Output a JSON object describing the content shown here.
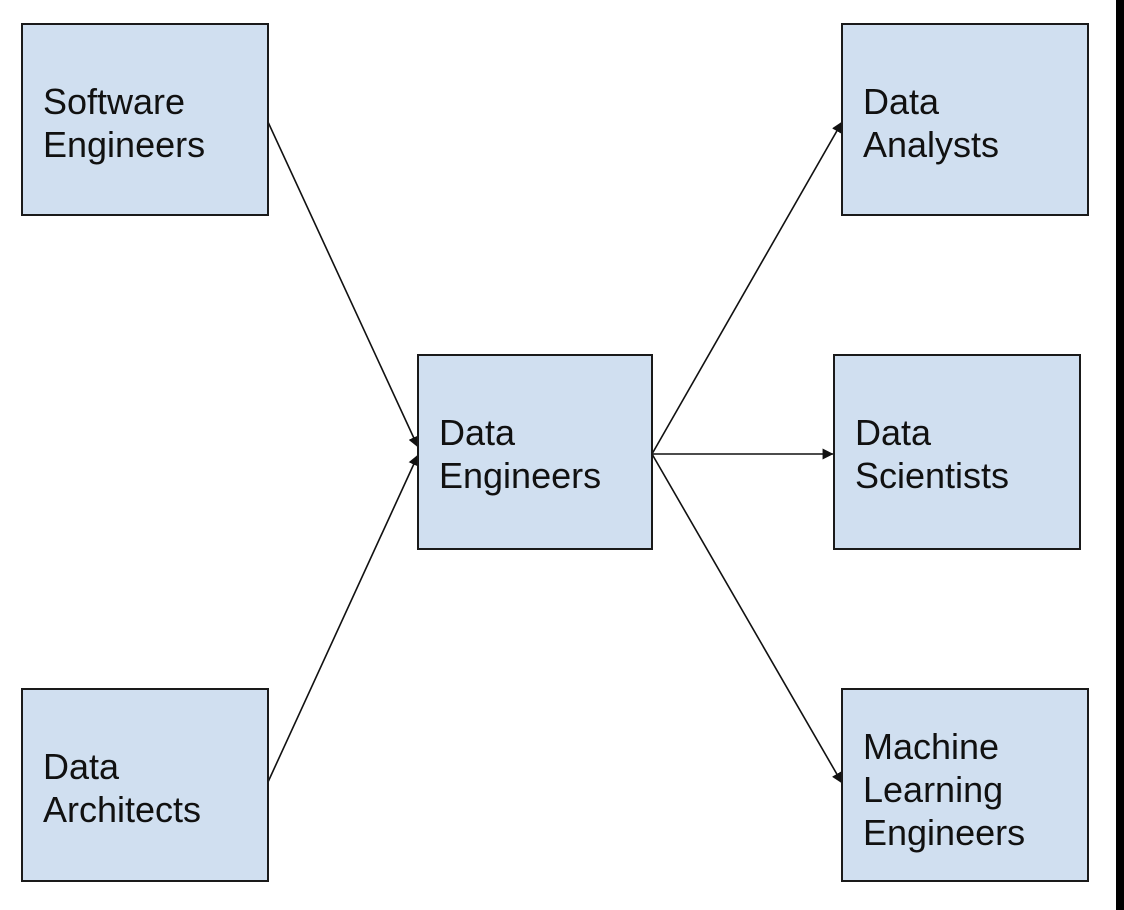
{
  "colors": {
    "node_fill": "#d0dff0",
    "node_border": "#1a1a1a",
    "edge": "#111111",
    "text": "#111111"
  },
  "nodes": {
    "software_engineers": {
      "lines": [
        "Software",
        "Engineers"
      ]
    },
    "data_architects": {
      "lines": [
        "Data",
        "Architects"
      ]
    },
    "data_engineers": {
      "lines": [
        "Data",
        "Engineers"
      ]
    },
    "data_analysts": {
      "lines": [
        "Data",
        "Analysts"
      ]
    },
    "data_scientists": {
      "lines": [
        "Data",
        "Scientists"
      ]
    },
    "ml_engineers": {
      "lines": [
        "Machine",
        "Learning",
        "Engineers"
      ]
    }
  },
  "edges": [
    {
      "from": "Software Engineers",
      "to": "Data Engineers"
    },
    {
      "from": "Data Architects",
      "to": "Data Engineers"
    },
    {
      "from": "Data Engineers",
      "to": "Data Analysts"
    },
    {
      "from": "Data Engineers",
      "to": "Data Scientists"
    },
    {
      "from": "Data Engineers",
      "to": "Machine Learning Engineers"
    }
  ]
}
